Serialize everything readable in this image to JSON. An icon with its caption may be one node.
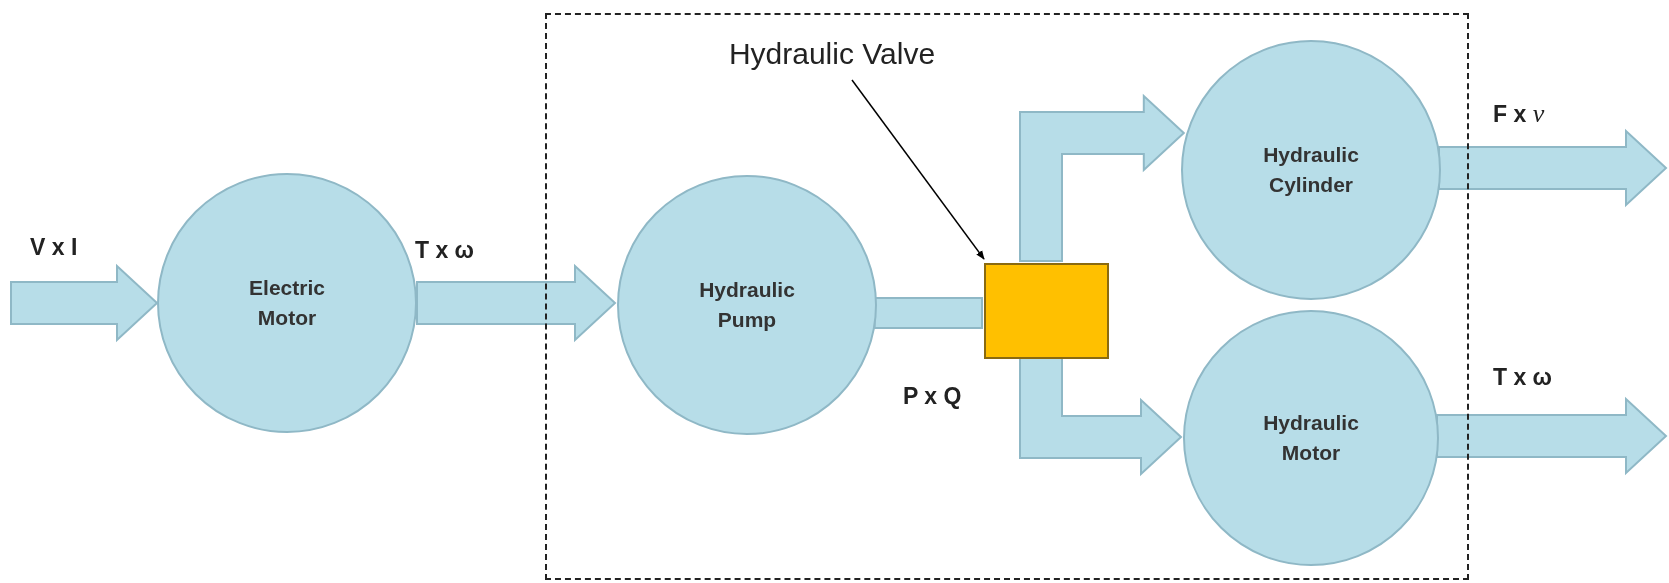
{
  "diagram": {
    "nodes": [
      {
        "text": [],
        "shape": "box"
      },
      {
        "text": [
          "Electric Motor"
        ]
      },
      {
        "text": [
          "Hydraulic Pump"
        ],
        "in": 0
      },
      {
        "text": [
          "Hydraulic Valve"
        ],
        "in": 0
      },
      {
        "text": [],
        "shape": "box",
        "in": 0
      },
      {
        "text": [
          "Hydraulic Cylinder"
        ],
        "in": 0
      },
      {
        "text": [
          "Hydraulic Motor"
        ],
        "in": 0
      }
    ],
    "edges": [
      {
        "from": null,
        "to": 1,
        "arrow": "to",
        "label": "V x I"
      },
      {
        "from": 1,
        "to": 2,
        "arrow": "to",
        "label": "T x ω"
      },
      {
        "from": 2,
        "to": 4,
        "arrow": "none",
        "label": "P x Q"
      },
      {
        "from": 4,
        "to": 5,
        "arrow": "to"
      },
      {
        "from": 4,
        "to": 6,
        "arrow": "to"
      },
      {
        "from": 5,
        "to": null,
        "arrow": "to",
        "label": "F x *v*"
      },
      {
        "from": 6,
        "to": null,
        "arrow": "to",
        "label": "T x ω"
      },
      {
        "from": 3,
        "to": 4,
        "arrow": "to"
      }
    ]
  }
}
